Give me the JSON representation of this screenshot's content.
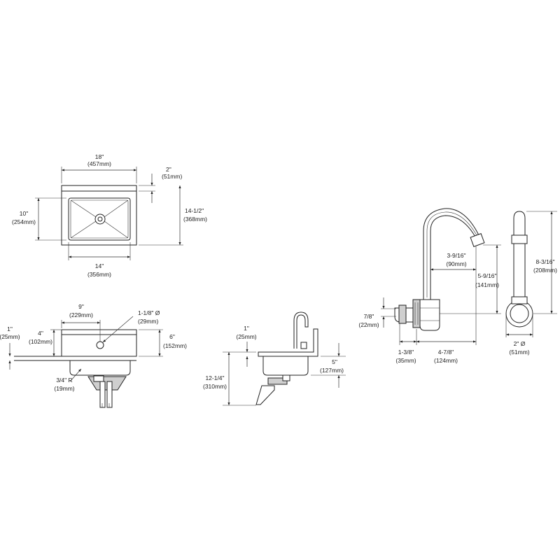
{
  "top_view": {
    "width": [
      "18\"",
      "(457mm)"
    ],
    "back_ledge": [
      "2\"",
      "(51mm)"
    ],
    "bowl_depth": [
      "10\"",
      "(254mm)"
    ],
    "overall_depth": [
      "14-1/2\"",
      "(368mm)"
    ],
    "bowl_width": [
      "14\"",
      "(356mm)"
    ]
  },
  "front_view": {
    "drain_offset": [
      "9\"",
      "(229mm)"
    ],
    "hole_diameter": [
      "1-1/8\" Ø",
      "(29mm)"
    ],
    "rim": [
      "1\"",
      "(25mm)"
    ],
    "hole_height": [
      "4\"",
      "(102mm)"
    ],
    "backsplash": [
      "6\"",
      "(152mm)"
    ],
    "corner_radius": [
      "3/4\" R",
      "(19mm)"
    ]
  },
  "side_view": {
    "rim": [
      "1\"",
      "(25mm)"
    ],
    "bowl_depth": [
      "5\"",
      "(127mm)"
    ],
    "overall_height": [
      "12-1/4\"",
      "(310mm)"
    ]
  },
  "faucet_view": {
    "spout_reach": [
      "3-9/16\"",
      "(90mm)"
    ],
    "spout_height": [
      "5-9/16\"",
      "(141mm)"
    ],
    "inlet_height": [
      "7/8\"",
      "(22mm)"
    ],
    "inlet_offset": [
      "1-3/8\"",
      "(35mm)"
    ],
    "body_to_spout": [
      "4-7/8\"",
      "(124mm)"
    ]
  },
  "faucet_end_view": {
    "height": [
      "8-3/16\"",
      "(208mm)"
    ],
    "diameter": [
      "2\" Ø",
      "(51mm)"
    ]
  }
}
